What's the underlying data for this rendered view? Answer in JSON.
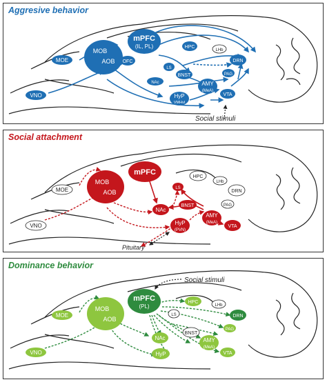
{
  "colors": {
    "aggressive": "#1f6fb4",
    "attachment": "#c4161c",
    "dominance": "#2e8b3e",
    "dominance_light": "#8ec63f",
    "outline": "#222222"
  },
  "panels": [
    {
      "id": "aggressive",
      "title": "Aggresive behavior",
      "stimulus_label": "Social stimuli",
      "regions": {
        "moe": "MOE",
        "vno": "VNO",
        "mob": "MOB",
        "aob": "AOB",
        "ofc": "OFC",
        "mpfc": "mPFC",
        "mpfc_sub": "(IL, PL)",
        "hpc": "HPC",
        "lhb": "LHb",
        "ls": "LS",
        "drn": "DRN",
        "bnst": "BNST",
        "nac": "NAc",
        "pag": "PAG",
        "amy": "AMY",
        "amy_sub": "(MeA)",
        "hyp": "HyP",
        "hyp_sub": "VMHvl",
        "vta": "VTA"
      }
    },
    {
      "id": "attachment",
      "title": "Social attachment",
      "pituitary_label": "Pituitary",
      "regions": {
        "moe": "MOE",
        "vno": "VNO",
        "mob": "MOB",
        "aob": "AOB",
        "mpfc": "mPFC",
        "hpc": "HPC",
        "lhb": "LHb",
        "ls": "LS",
        "drn": "DRN",
        "pag": "PAG",
        "bnst": "BNST",
        "nac": "NAc",
        "amy": "AMY",
        "amy_sub": "(MeA)",
        "hyp": "HyP",
        "hyp_sub": "(PVN)",
        "vta": "VTA"
      }
    },
    {
      "id": "dominance",
      "title": "Dominance behavior",
      "stimulus_label": "Social stimuli",
      "regions": {
        "moe": "MOE",
        "vno": "VNO",
        "mob": "MOB",
        "aob": "AOB",
        "mpfc": "mPFC",
        "mpfc_sub": "(PL)",
        "hpc": "HPC",
        "lhb": "LHb",
        "ls": "LS",
        "drn": "DRN",
        "bnst": "BNST",
        "pag": "PAG",
        "nac": "NAc",
        "amy": "AMY",
        "amy_sub": "(MeA)",
        "hyp": "HyP",
        "vta": "VTA"
      }
    }
  ]
}
